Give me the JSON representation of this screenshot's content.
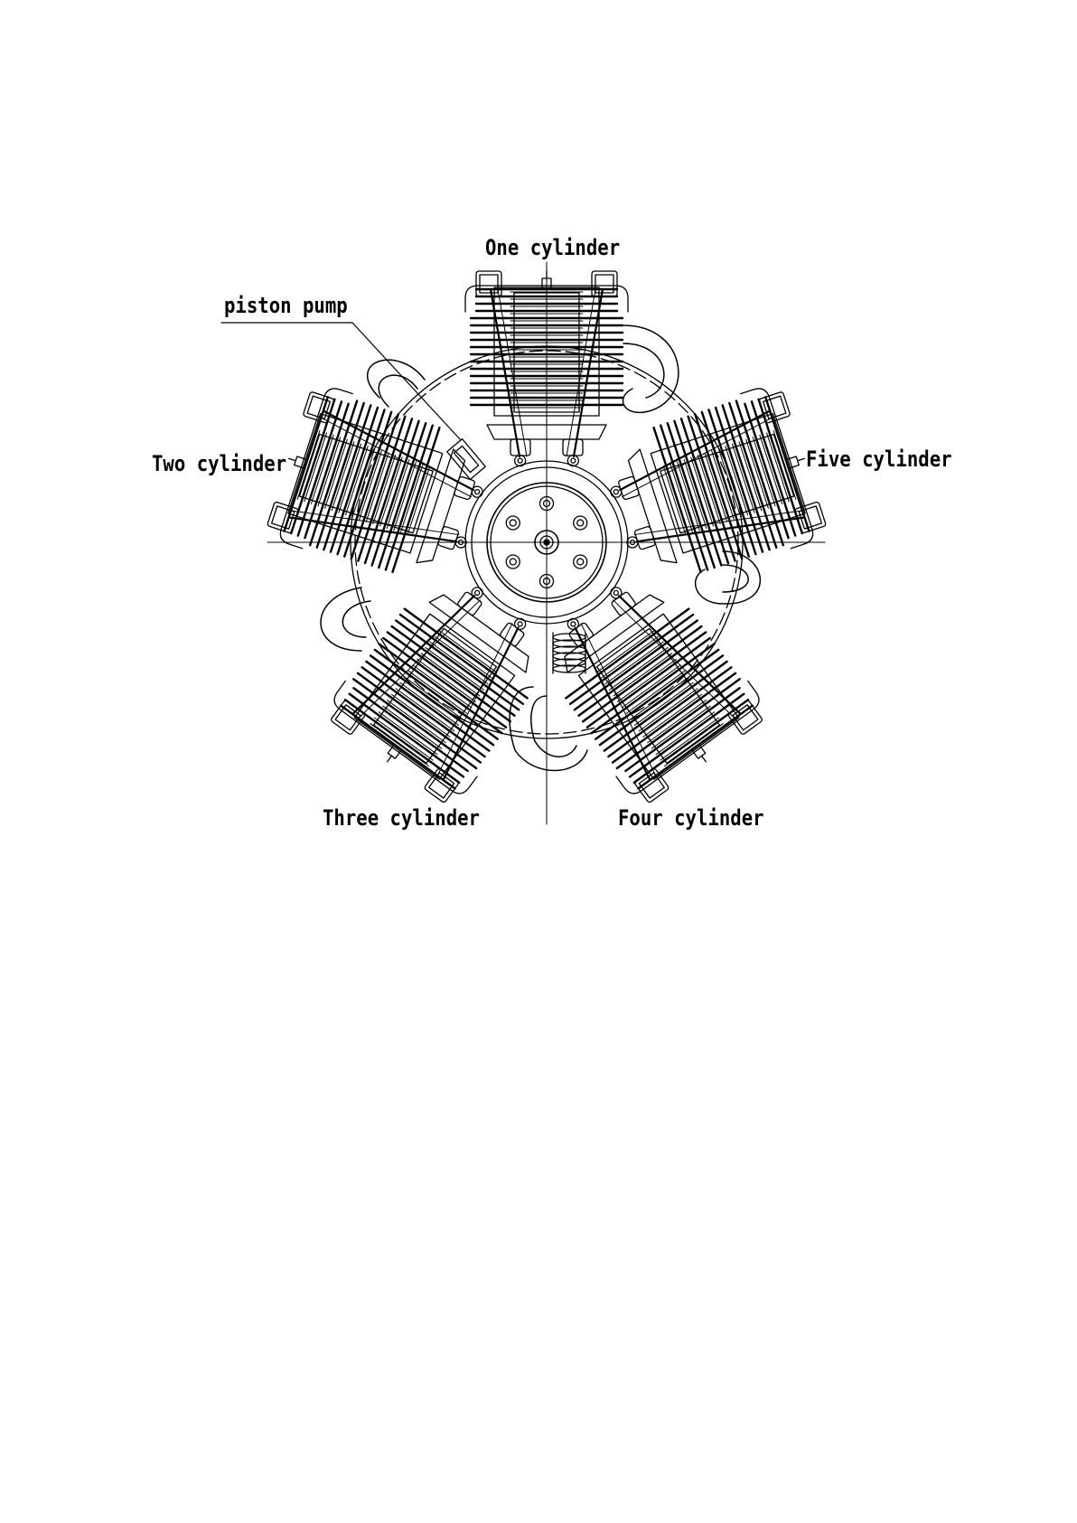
{
  "labels": {
    "one_cylinder": "One cylinder",
    "piston_pump": "piston pump",
    "two_cylinder": "Two cylinder",
    "five_cylinder": "Five cylinder",
    "three_cylinder": "Three cylinder",
    "four_cylinder": "Four cylinder"
  },
  "diagram": {
    "cylinder_count": 5,
    "line_color": "#000000",
    "background": "#ffffff"
  }
}
